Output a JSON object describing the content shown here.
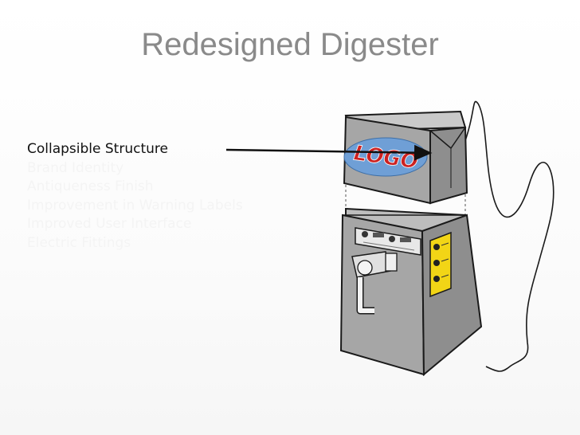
{
  "slide": {
    "title": "Redesigned Digester",
    "bullets": [
      {
        "text": "Collapsible Structure",
        "highlighted": true
      },
      {
        "text": "Brand Identity",
        "highlighted": false
      },
      {
        "text": "Antiqueness Finish",
        "highlighted": false
      },
      {
        "text": "Improvement in Warning Labels",
        "highlighted": false
      },
      {
        "text": "Improved User Interface",
        "highlighted": false
      },
      {
        "text": "Electric Fittings",
        "highlighted": false
      }
    ],
    "diagram": {
      "logo_text": "LOGO",
      "colors": {
        "box_front": "#a6a6a6",
        "box_side": "#8e8e8e",
        "box_top": "#c9c9c9",
        "logo_oval": "#6f9fd6",
        "logo_text": "#cc2222",
        "warning_label": "#f2d516",
        "outline": "#1a1a1a"
      },
      "icons": [
        "arrow-icon",
        "power-cord-icon",
        "control-panel-icon",
        "tap-icon",
        "pipe-icon"
      ]
    }
  }
}
